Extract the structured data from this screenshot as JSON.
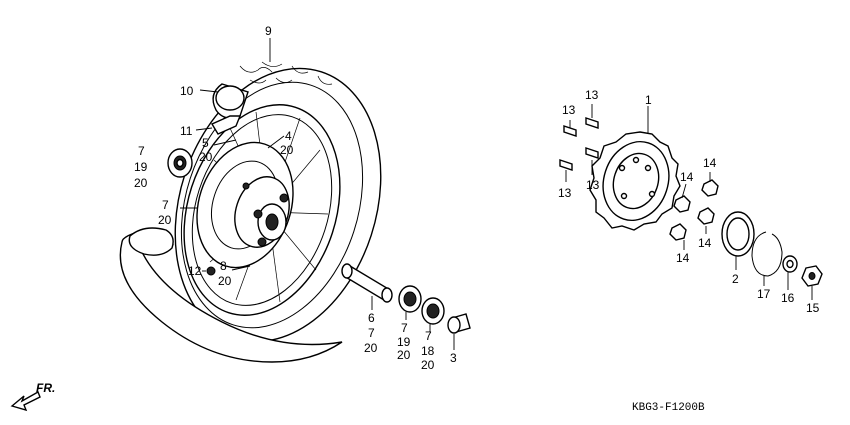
{
  "diagram": {
    "code": "KBG3-F1200B",
    "direction_label": "FR.",
    "callouts": [
      {
        "id": "c9",
        "text": "9"
      },
      {
        "id": "c10",
        "text": "10"
      },
      {
        "id": "c11",
        "text": "11"
      },
      {
        "id": "c5",
        "text": "5"
      },
      {
        "id": "c20a",
        "text": "20"
      },
      {
        "id": "c4",
        "text": "4"
      },
      {
        "id": "c20b",
        "text": "20"
      },
      {
        "id": "c7a",
        "text": "7"
      },
      {
        "id": "c19a",
        "text": "19"
      },
      {
        "id": "c20c",
        "text": "20"
      },
      {
        "id": "c7b",
        "text": "7"
      },
      {
        "id": "c20d",
        "text": "20"
      },
      {
        "id": "c12",
        "text": "12"
      },
      {
        "id": "c8",
        "text": "8"
      },
      {
        "id": "c20e",
        "text": "20"
      },
      {
        "id": "c6",
        "text": "6"
      },
      {
        "id": "c7c",
        "text": "7"
      },
      {
        "id": "c20f",
        "text": "20"
      },
      {
        "id": "c7d",
        "text": "7"
      },
      {
        "id": "c19b",
        "text": "19"
      },
      {
        "id": "c20g",
        "text": "20"
      },
      {
        "id": "c7e",
        "text": "7"
      },
      {
        "id": "c18",
        "text": "18"
      },
      {
        "id": "c20h",
        "text": "20"
      },
      {
        "id": "c3",
        "text": "3"
      },
      {
        "id": "c13a",
        "text": "13"
      },
      {
        "id": "c13b",
        "text": "13"
      },
      {
        "id": "c13c",
        "text": "13"
      },
      {
        "id": "c13d",
        "text": "13"
      },
      {
        "id": "c1",
        "text": "1"
      },
      {
        "id": "c14a",
        "text": "14"
      },
      {
        "id": "c14b",
        "text": "14"
      },
      {
        "id": "c14c",
        "text": "14"
      },
      {
        "id": "c14d",
        "text": "14"
      },
      {
        "id": "c2",
        "text": "2"
      },
      {
        "id": "c17",
        "text": "17"
      },
      {
        "id": "c16",
        "text": "16"
      },
      {
        "id": "c15",
        "text": "15"
      }
    ]
  }
}
